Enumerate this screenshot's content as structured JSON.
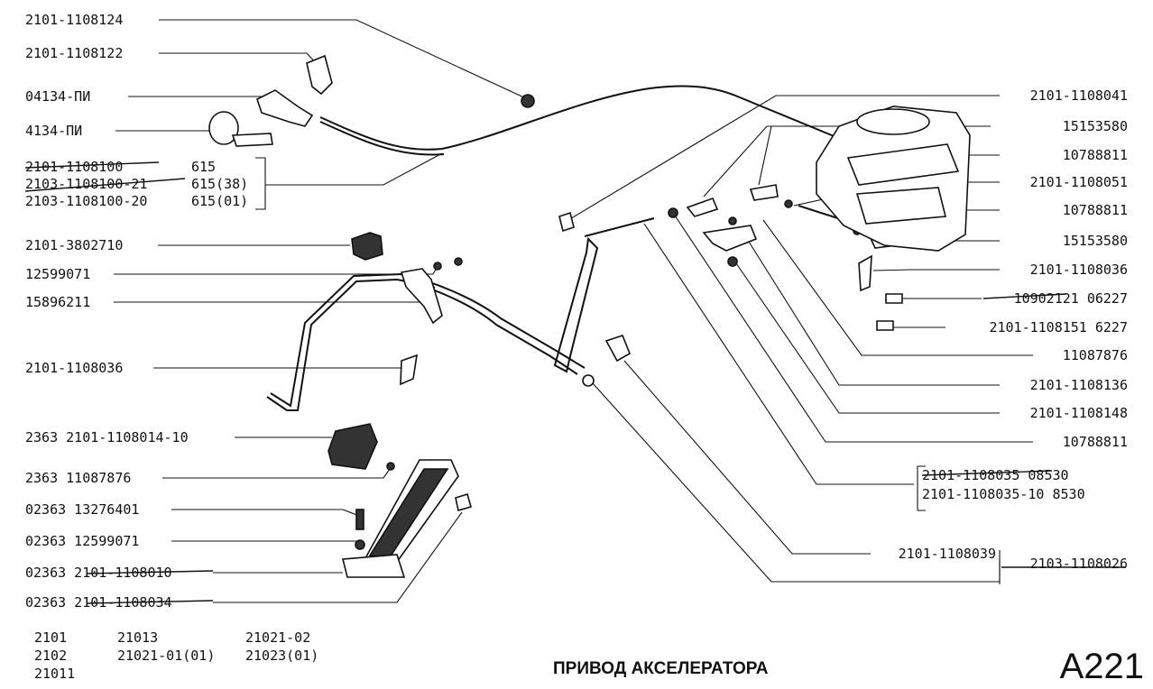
{
  "labels_left": [
    "2101-1108124",
    "2101-1108122",
    "04134-ПИ",
    "4134-ПИ",
    "2101-1108100",
    "2103-1108100-21",
    "2103-1108100-20",
    "2101-3802710",
    "12599071",
    "15896211",
    "2101-1108036",
    "2363 2101-1108014-10",
    "2363 11087876",
    "02363 13276401",
    "02363 12599071",
    "02363 2101-1108010",
    "02363 2101-1108034"
  ],
  "variant_suffixes": [
    "615",
    "615(38)",
    "615(01)"
  ],
  "labels_right": [
    "2101-1108041",
    "15153580",
    "10788811",
    "2101-1108051",
    "10788811",
    "15153580",
    "2101-1108036",
    "10902121 06227",
    "2101-1108151 6227",
    "11087876",
    "2101-1108136",
    "2101-1108148",
    "10788811",
    "2101-1108035  08530",
    "2101-1108035-10 8530",
    "2101-1108039",
    "2103-1108026"
  ],
  "models": [
    "2101",
    "2102",
    "21011",
    "21013",
    "21021-01(01)",
    "21021-02",
    "21023(01)"
  ],
  "title": "ПРИВОД АКСЕЛЕРАТОРА",
  "diagram_code": "A221"
}
